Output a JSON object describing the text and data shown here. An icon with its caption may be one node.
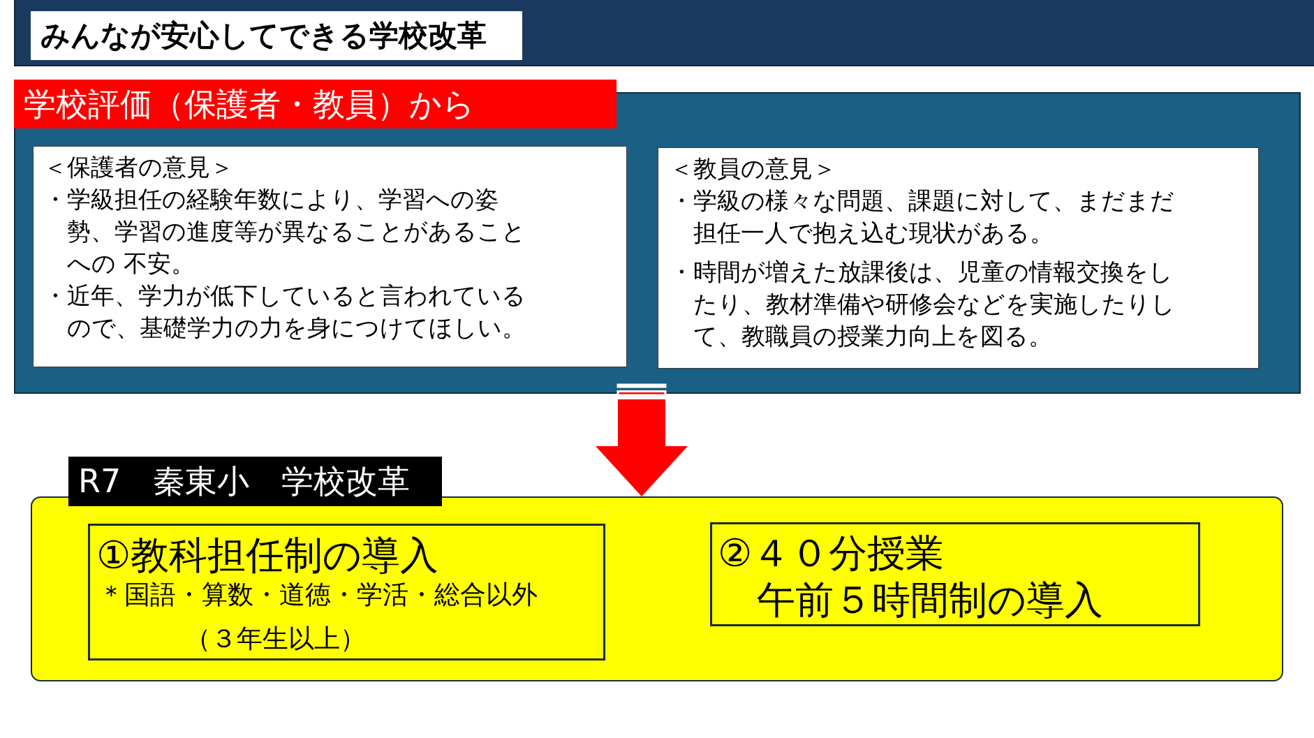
{
  "diagram": {
    "title": "みんなが安心してできる学校改革",
    "nodes": [
      {
        "text": [
          "学校評価（保護者・教員）から"
        ]
      },
      {
        "text": [
          "＜保護者の意見＞",
          "・学級担任の経験年数により、学習への姿勢、学習の進度等が異なることがあることへの 不安。",
          "・近年、学力が低下していると言われているので、基礎学力の力を身につけてほしい。"
        ],
        "in": 0
      },
      {
        "text": [
          "＜教員の意見＞",
          "・学級の様々な問題、課題に対して、まだまだ担任一人で抱え込む現状がある。",
          "・時間が増えた放課後は、児童の情報交換をしたり、教材準備や研修会などを実施したりして、教職員の授業力向上を図る。"
        ],
        "in": 0
      },
      {
        "text": [
          "R7　秦東小　学校改革"
        ]
      },
      {
        "text": [
          "①教科担任制の導入",
          "＊国語・算数・道徳・学活・総合以外",
          "（３年生以上）"
        ],
        "in": 3
      },
      {
        "text": [
          "②４０分授業",
          "午前５時間制の導入"
        ],
        "in": 3
      }
    ],
    "edges": [
      {
        "from": 0,
        "to": 3,
        "arrow": "to"
      }
    ]
  }
}
